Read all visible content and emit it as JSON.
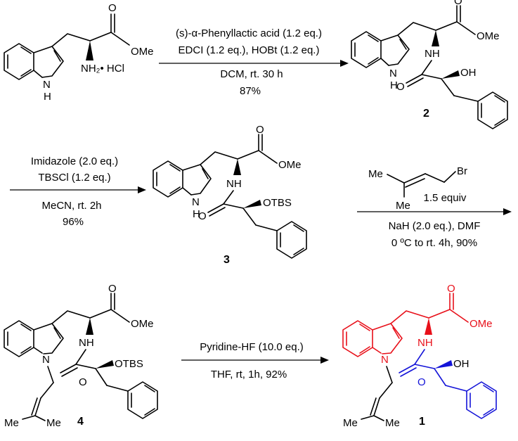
{
  "labels": {
    "ome": "OMe",
    "nh": "NH",
    "nh2hcl": "NH₂• HCl",
    "indole_nh": "H",
    "n": "N",
    "o": "O",
    "oh": "OH",
    "otbs": "OTBS",
    "me": "Me",
    "br": "Br"
  },
  "step1": {
    "reagent1": "(s)-α-Phenyllactic acid (1.2 eq.)",
    "reagent2": "EDCI (1.2 eq.), HOBt (1.2 eq.)",
    "solvent": "DCM, rt. 30 h",
    "yield": "87%"
  },
  "step2": {
    "reagent1": "Imidazole (2.0 eq.)",
    "reagent2": "TBSCl (1.2 eq.)",
    "solvent": "MeCN, rt. 2h",
    "yield": "96%"
  },
  "step3": {
    "equiv": "1.5 equiv",
    "solvent": "NaH (2.0 eq.), DMF",
    "temp": "0 ºC to rt. 4h, 90%"
  },
  "step4": {
    "reagent": "Pyridine-HF (10.0 eq.)",
    "solvent": "THF, rt, 1h, 92%"
  },
  "compounds": {
    "c2": "2",
    "c3": "3",
    "c4": "4",
    "c1": "1"
  },
  "colors": {
    "tryptophan_core": "#e8101a",
    "phenyllactic_unit": "#1414d8"
  }
}
